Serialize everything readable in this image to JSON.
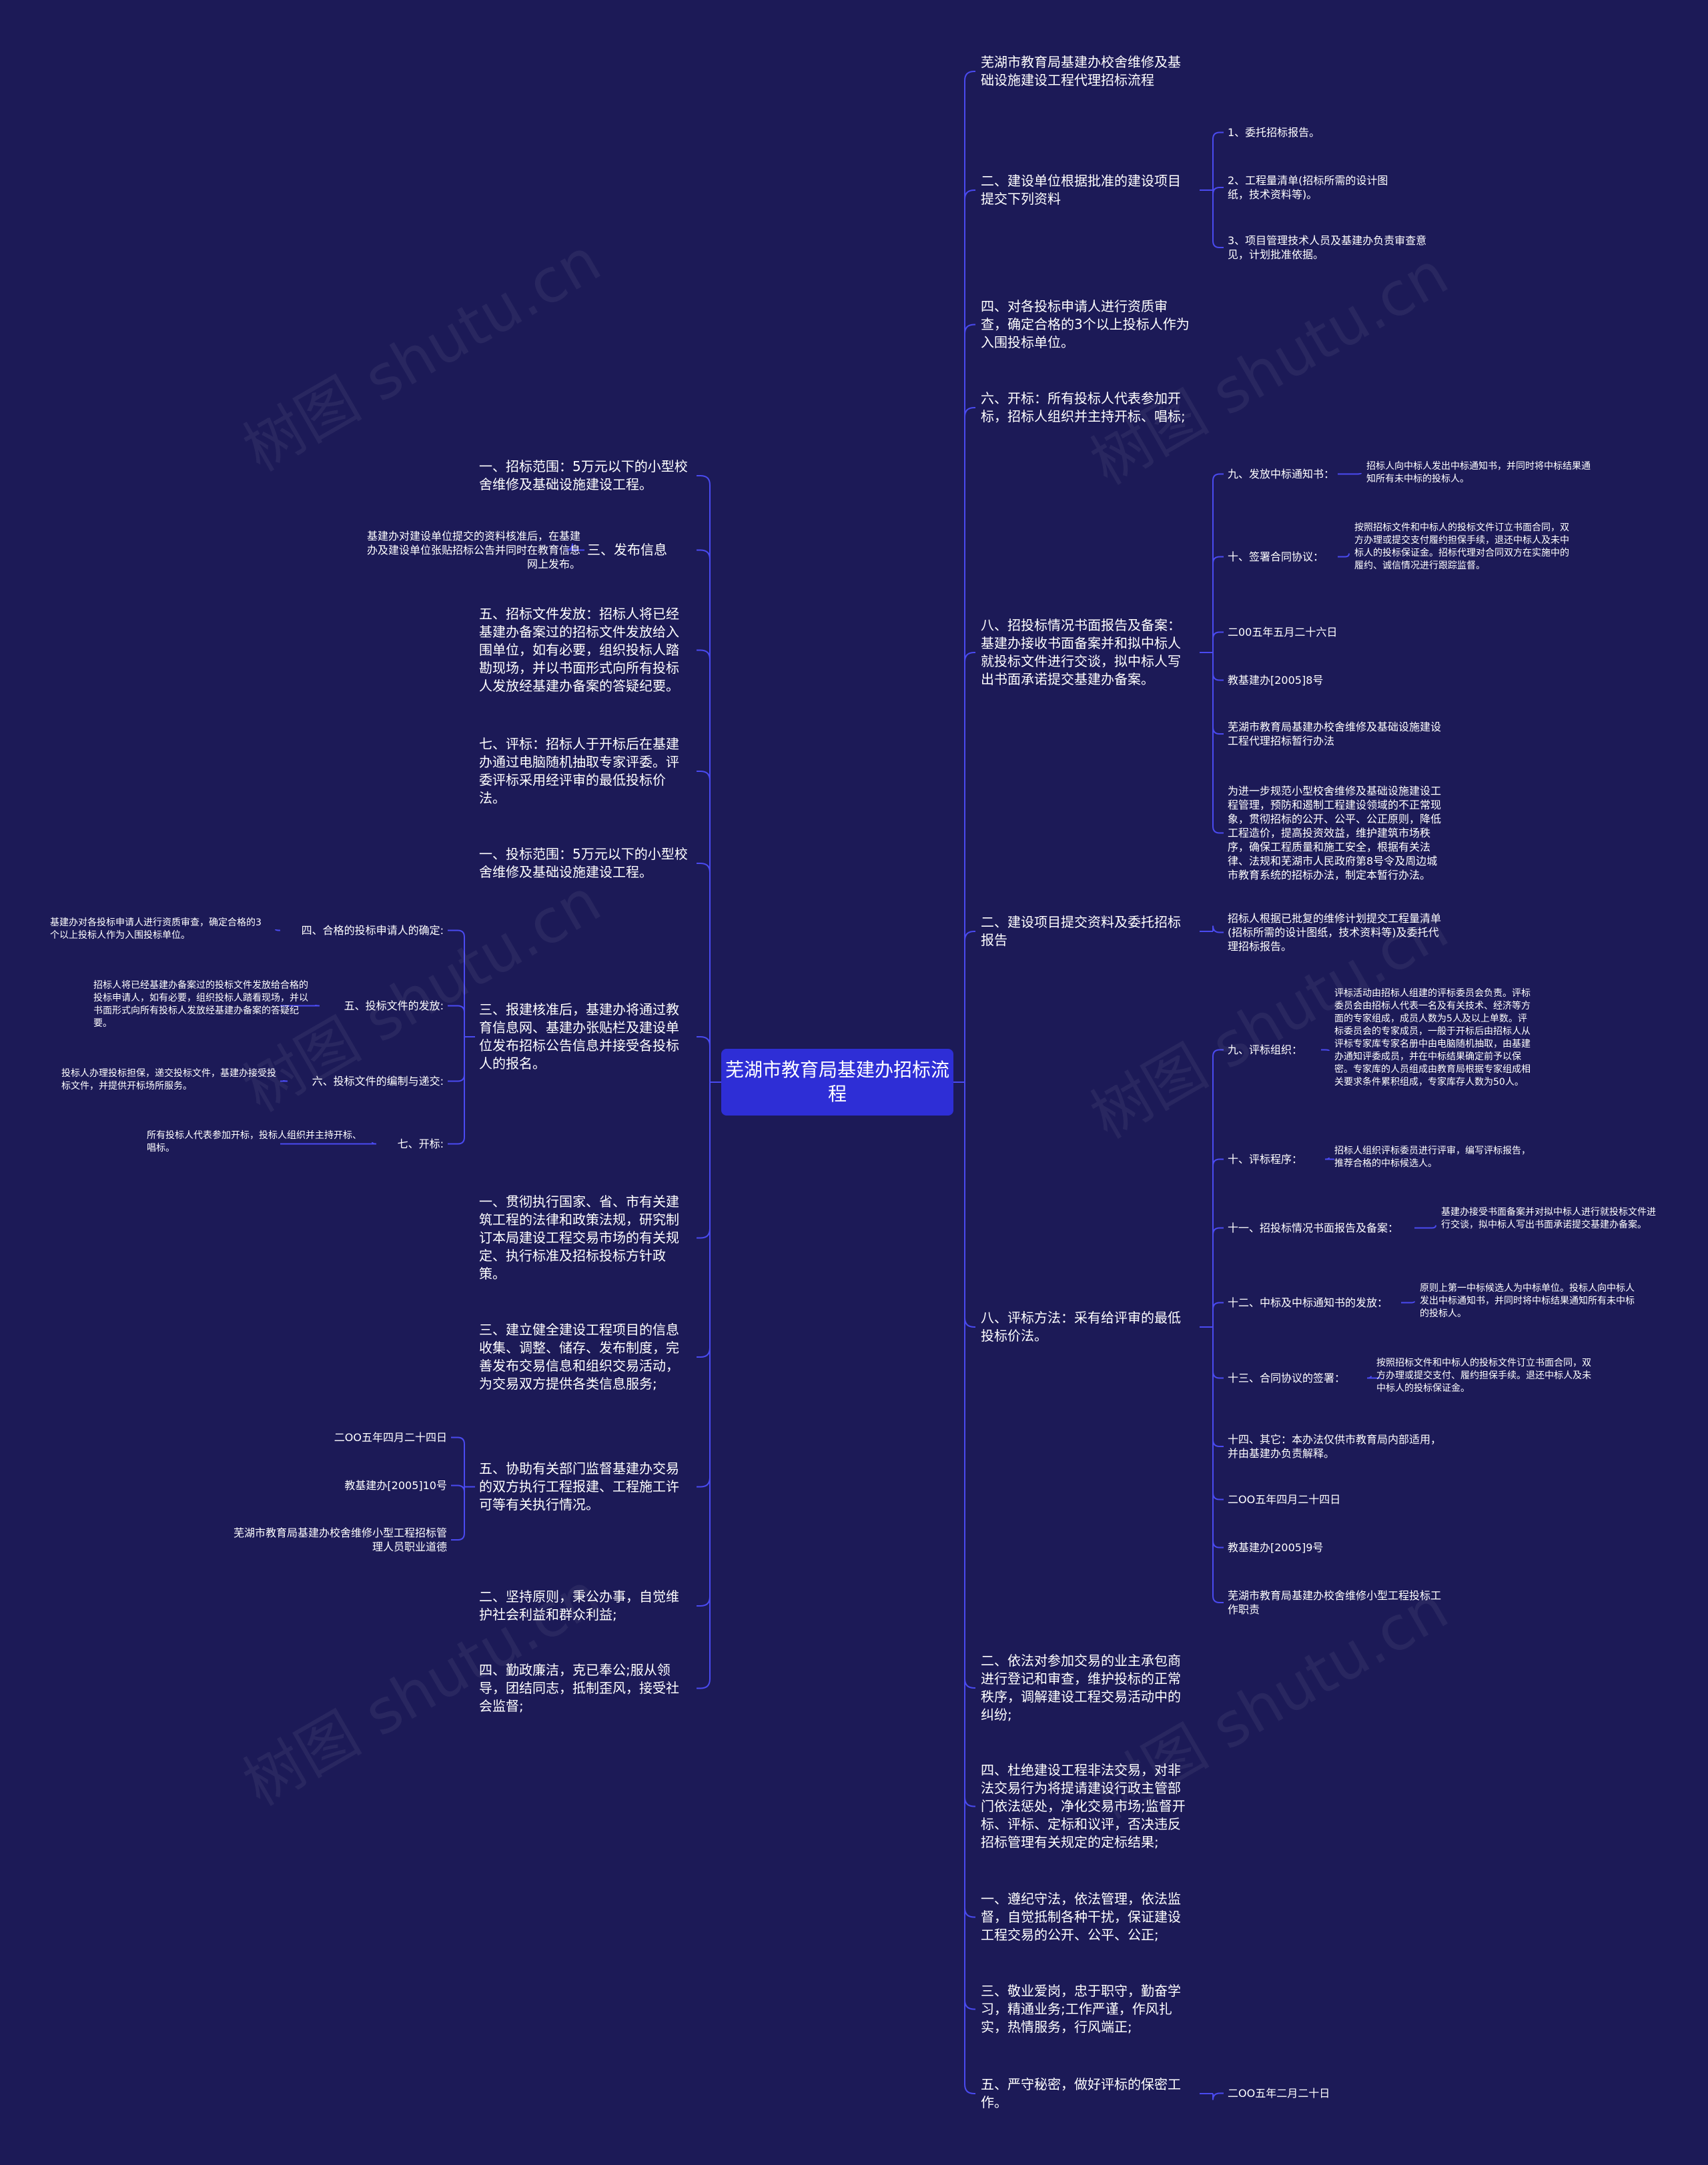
{
  "root": "芜湖市教育局基建办招标流程",
  "watermark": "树图 shutu.cn",
  "colors": {
    "background": "#1c1a57",
    "root": "#2e2ed6",
    "line": "#4a4af0",
    "text": "#ffffff"
  },
  "right": [
    {
      "text": "芜湖市教育局基建办校舍维修及基础设施建设工程代理招标流程"
    },
    {
      "text": "二、建设单位根据批准的建设项目提交下列资料",
      "children": [
        {
          "text": "1、委托招标报告。"
        },
        {
          "text": "2、工程量清单(招标所需的设计图纸，技术资料等)。"
        },
        {
          "text": "3、项目管理技术人员及基建办负责审查意见，计划批准依据。"
        }
      ]
    },
    {
      "text": "四、对各投标申请人进行资质审查，确定合格的3个以上投标人作为入围投标单位。"
    },
    {
      "text": "六、开标：所有投标人代表参加开标，招标人组织并主持开标、唱标;"
    },
    {
      "text": "八、招投标情况书面报告及备案：基建办接收书面备案并和拟中标人就投标文件进行交谈，拟中标人写出书面承诺提交基建办备案。",
      "children": [
        {
          "text": "九、发放中标通知书：",
          "children": [
            {
              "text": "招标人向中标人发出中标通知书，并同时将中标结果通知所有未中标的投标人。"
            }
          ]
        },
        {
          "text": "十、签署合同协议：",
          "children": [
            {
              "text": "按照招标文件和中标人的投标文件订立书面合同，双方办理或提交支付履约担保手续，退还中标人及未中标人的投标保证金。招标代理对合同双方在实施中的履约、诚信情况进行跟踪监督。"
            }
          ]
        },
        {
          "text": "二00五年五月二十六日"
        },
        {
          "text": "教基建办[2005]8号"
        },
        {
          "text": "芜湖市教育局基建办校舍维修及基础设施建设工程代理招标暂行办法"
        },
        {
          "text": "为进一步规范小型校舍维修及基础设施建设工程管理，预防和遏制工程建设领域的不正常现象，贯彻招标的公开、公平、公正原则，降低工程造价，提高投资效益，维护建筑市场秩序，确保工程质量和施工安全，根据有关法律、法规和芜湖市人民政府第8号令及周边城市教育系统的招标办法，制定本暂行办法。"
        }
      ]
    },
    {
      "text": "二、建设项目提交资料及委托招标报告",
      "children": [
        {
          "text": "招标人根据已批复的维修计划提交工程量清单(招标所需的设计图纸，技术资料等)及委托代理招标报告。"
        }
      ]
    },
    {
      "text": "八、评标方法：采有给评审的最低投标价法。",
      "children": [
        {
          "text": "九、评标组织：",
          "children": [
            {
              "text": "评标活动由招标人组建的评标委员会负责。评标委员会由招标人代表一名及有关技术、经济等方面的专家组成，成员人数为5人及以上单数。评标委员会的专家成员，一般于开标后由招标人从评标专家库专家名册中由电脑随机抽取，由基建办通知评委成员，并在中标结果确定前予以保密。专家库的人员组成由教育局根据专家组成相关要求条件累积组成，专家库存人数为50人。"
            }
          ]
        },
        {
          "text": "十、评标程序：",
          "children": [
            {
              "text": "招标人组织评标委员进行评审，编写评标报告，推荐合格的中标候选人。"
            }
          ]
        },
        {
          "text": "十一、招投标情况书面报告及备案：",
          "children": [
            {
              "text": "基建办接受书面备案并对拟中标人进行就投标文件进行交谈，拟中标人写出书面承诺提交基建办备案。"
            }
          ]
        },
        {
          "text": "十二、中标及中标通知书的发放：",
          "children": [
            {
              "text": "原则上第一中标候选人为中标单位。投标人向中标人发出中标通知书，并同时将中标结果通知所有未中标的投标人。"
            }
          ]
        },
        {
          "text": "十三、合同协议的签署：",
          "children": [
            {
              "text": "按照招标文件和中标人的投标文件订立书面合同，双方办理或提交支付、履约担保手续。退还中标人及未中标人的投标保证金。"
            }
          ]
        },
        {
          "text": "十四、其它：本办法仅供市教育局内部适用，并由基建办负责解释。"
        },
        {
          "text": "二OO五年四月二十四日"
        },
        {
          "text": "教基建办[2005]9号"
        },
        {
          "text": "芜湖市教育局基建办校舍维修小型工程投标工作职责"
        }
      ]
    },
    {
      "text": "二、依法对参加交易的业主承包商进行登记和审查，维护投标的正常秩序，调解建设工程交易活动中的纠纷;"
    },
    {
      "text": "四、杜绝建设工程非法交易，对非法交易行为将提请建设行政主管部门依法惩处，净化交易市场;监督开标、评标、定标和议评，否决违反招标管理有关规定的定标结果;"
    },
    {
      "text": "一、遵纪守法，依法管理，依法监督，自觉抵制各种干扰，保证建设工程交易的公开、公平、公正;"
    },
    {
      "text": "三、敬业爱岗，忠于职守，勤奋学习，精通业务;工作严谨，作风扎实，热情服务，行风端正;"
    },
    {
      "text": "五、严守秘密，做好评标的保密工作。",
      "children": [
        {
          "text": "二OO五年二月二十日"
        }
      ]
    }
  ],
  "left": [
    {
      "text": "一、招标范围：5万元以下的小型校舍维修及基础设施建设工程。"
    },
    {
      "text": "三、发布信息",
      "children": [
        {
          "text": "基建办对建设单位提交的资料核准后，在基建办及建设单位张贴招标公告并同时在教育信息网上发布。"
        }
      ]
    },
    {
      "text": "五、招标文件发放：招标人将已经基建办备案过的招标文件发放给入围单位，如有必要，组织投标人踏勘现场，并以书面形式向所有投标人发放经基建办备案的答疑纪要。"
    },
    {
      "text": "七、评标：招标人于开标后在基建办通过电脑随机抽取专家评委。评委评标采用经评审的最低投标价法。"
    },
    {
      "text": "一、投标范围：5万元以下的小型校舍维修及基础设施建设工程。"
    },
    {
      "text": "三、报建核准后，基建办将通过教育信息网、基建办张贴栏及建设单位发布招标公告信息并接受各投标人的报名。",
      "children": [
        {
          "text": "四、合格的投标申请人的确定:",
          "children": [
            {
              "text": "基建办对各投标申请人进行资质审查，确定合格的3个以上投标人作为入围投标单位。"
            }
          ]
        },
        {
          "text": "五、投标文件的发放:",
          "children": [
            {
              "text": "招标人将已经基建办备案过的投标文件发放给合格的投标申请人，如有必要，组织投标人踏看现场，并以书面形式向所有投标人发放经基建办备案的答疑纪要。"
            }
          ]
        },
        {
          "text": "六、投标文件的编制与递交:",
          "children": [
            {
              "text": "投标人办理投标担保，递交投标文件，基建办接受投标文件，并提供开标场所服务。"
            }
          ]
        },
        {
          "text": "七、开标:",
          "children": [
            {
              "text": "所有投标人代表参加开标，投标人组织并主持开标、唱标。"
            }
          ]
        }
      ]
    },
    {
      "text": "一、贯彻执行国家、省、市有关建筑工程的法律和政策法规，研究制订本局建设工程交易市场的有关规定、执行标准及招标投标方针政策。"
    },
    {
      "text": "三、建立健全建设工程项目的信息收集、调整、储存、发布制度，完善发布交易信息和组织交易活动，为交易双方提供各类信息服务;"
    },
    {
      "text": "五、协助有关部门监督基建办交易的双方执行工程报建、工程施工许可等有关执行情况。",
      "children": [
        {
          "text": "二OO五年四月二十四日"
        },
        {
          "text": "教基建办[2005]10号"
        },
        {
          "text": "芜湖市教育局基建办校舍维修小型工程招标管理人员职业道德"
        }
      ]
    },
    {
      "text": "二、坚持原则，秉公办事，自觉维护社会利益和群众利益;"
    },
    {
      "text": "四、勤政廉洁，克已奉公;服从领导，团结同志，抵制歪风，接受社会监督;"
    }
  ]
}
